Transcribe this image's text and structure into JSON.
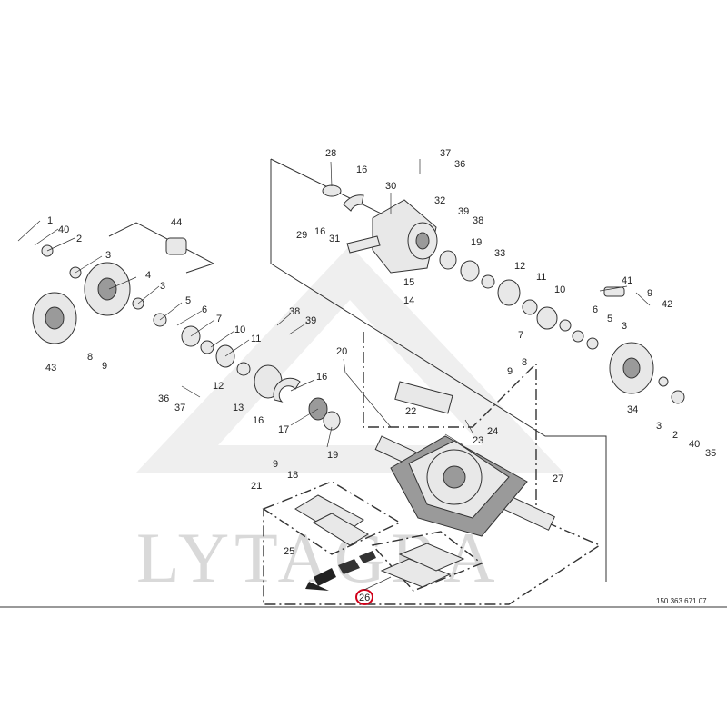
{
  "watermark": {
    "text": "LYTAGRA"
  },
  "drawing_ref": "150 363 671 07",
  "highlighted_callout": "26",
  "highlight_color": "#d0021b",
  "callouts": {
    "c1": "1",
    "c40a": "40",
    "c2a": "2",
    "c3a": "3",
    "c4": "4",
    "c43": "43",
    "c44": "44",
    "c3b": "3",
    "c5a": "5",
    "c6a": "6",
    "c7a": "7",
    "c10a": "10",
    "c11a": "11",
    "c8a": "8",
    "c9a": "9",
    "c38a": "38",
    "c39a": "39",
    "c12a": "12",
    "c13": "13",
    "c36a": "36",
    "c37a": "37",
    "c16a": "16",
    "c17": "17",
    "c19a": "19",
    "c9b": "9",
    "c18": "18",
    "c20": "20",
    "c22": "22",
    "c24": "24",
    "c23": "23",
    "c28": "28",
    "c16b": "16",
    "c16c": "16",
    "c29": "29",
    "c30": "30",
    "c31": "31",
    "c15": "15",
    "c14": "14",
    "c37b": "37",
    "c36b": "36",
    "c32": "32",
    "c39b": "39",
    "c38b": "38",
    "c19b": "19",
    "c33": "33",
    "c12b": "12",
    "c11b": "11",
    "c10b": "10",
    "c41": "41",
    "c9c": "9",
    "c42": "42",
    "c6b": "6",
    "c5b": "5",
    "c3c": "3",
    "c7b": "7",
    "c9d": "9",
    "c8b": "8",
    "c34": "34",
    "c3d": "3",
    "c2b": "2",
    "c40b": "40",
    "c35": "35",
    "c21": "21",
    "c27": "27",
    "c25": "25"
  }
}
